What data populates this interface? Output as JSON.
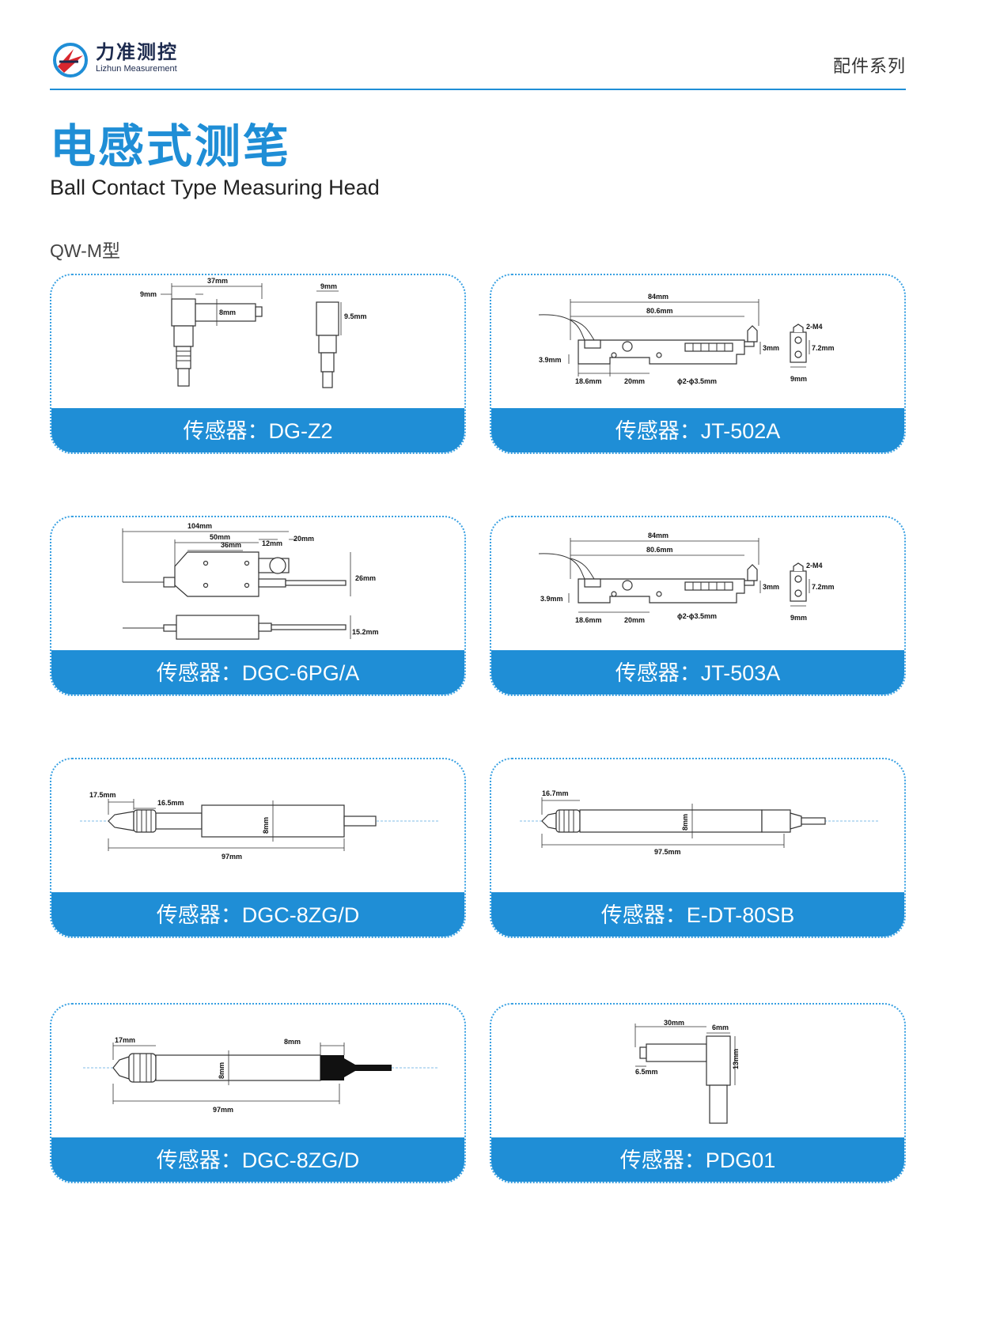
{
  "header": {
    "brand_cn": "力准测控",
    "brand_en": "Lizhun Measurement",
    "series": "配件系列"
  },
  "title": {
    "cn": "电感式测笔",
    "en": "Ball Contact Type Measuring Head"
  },
  "model_label": "QW-M型",
  "colors": {
    "accent": "#1f8ed6",
    "brand_dark": "#1c2a4e"
  },
  "cards": [
    {
      "label": "传感器：DG-Z2",
      "dims": [
        "37mm",
        "9mm",
        "8mm",
        "9mm",
        "9.5mm"
      ]
    },
    {
      "label": "传感器：JT-502A",
      "dims": [
        "84mm",
        "80.6mm",
        "2-M4",
        "3mm",
        "7.2mm",
        "3.9mm",
        "18.6mm",
        "20mm",
        "ϕ2-ϕ3.5mm",
        "9mm"
      ]
    },
    {
      "label": "传感器：DGC-6PG/A",
      "dims": [
        "104mm",
        "50mm",
        "36mm",
        "12mm",
        "20mm",
        "26mm",
        "15.2mm"
      ]
    },
    {
      "label": "传感器：JT-503A",
      "dims": [
        "84mm",
        "80.6mm",
        "2-M4",
        "3mm",
        "7.2mm",
        "3.9mm",
        "18.6mm",
        "20mm",
        "ϕ2-ϕ3.5mm",
        "9mm"
      ]
    },
    {
      "label": "传感器：DGC-8ZG/D",
      "dims": [
        "17.5mm",
        "16.5mm",
        "8mm",
        "97mm"
      ]
    },
    {
      "label": "传感器：E-DT-80SB",
      "dims": [
        "16.7mm",
        "8mm",
        "97.5mm"
      ]
    },
    {
      "label": "传感器：DGC-8ZG/D",
      "dims": [
        "17mm",
        "8mm",
        "8mm",
        "97mm"
      ]
    },
    {
      "label": "传感器：PDG01",
      "dims": [
        "30mm",
        "6mm",
        "6.5mm",
        "13mm"
      ]
    }
  ]
}
